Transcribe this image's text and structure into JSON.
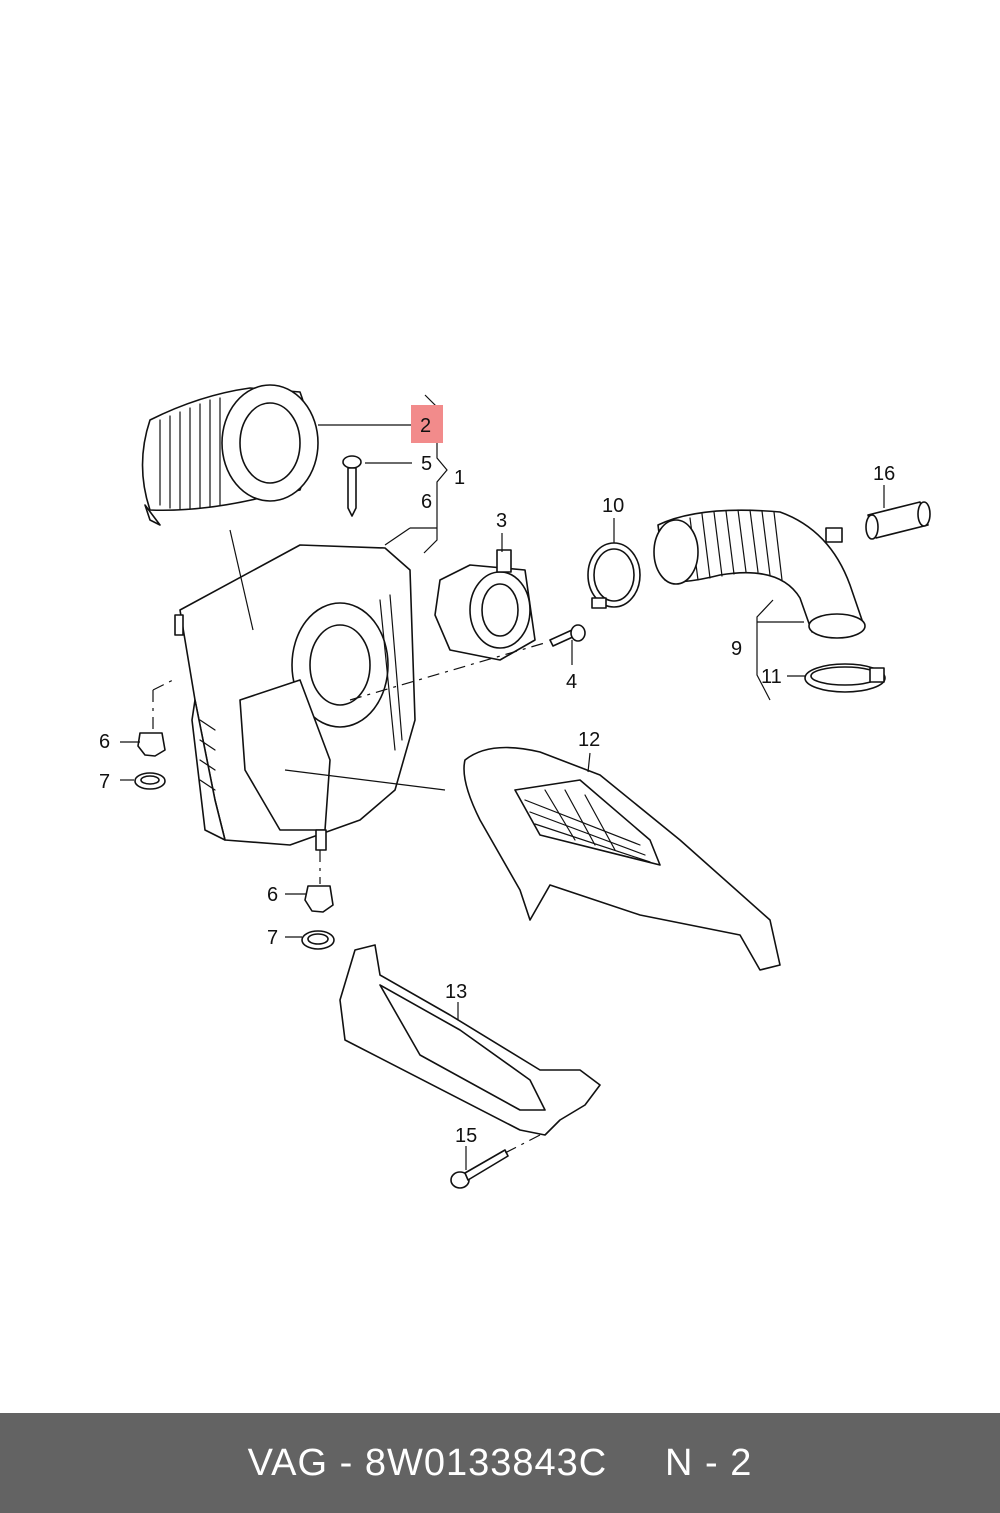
{
  "diagram": {
    "callouts": {
      "c1": "1",
      "c2": "2",
      "c3": "3",
      "c4": "4",
      "c5": "5",
      "c6a": "6",
      "c6b": "6",
      "c6c": "6",
      "c7a": "7",
      "c7b": "7",
      "c9": "9",
      "c10": "10",
      "c11": "11",
      "c12": "12",
      "c13": "13",
      "c15": "15",
      "c16": "16"
    },
    "highlight_color": "#f28b8b"
  },
  "footer": {
    "background": "#636363",
    "brand": "VAG",
    "separator": "-",
    "part_number": "8W0133843C",
    "page_label": "N - 2"
  }
}
